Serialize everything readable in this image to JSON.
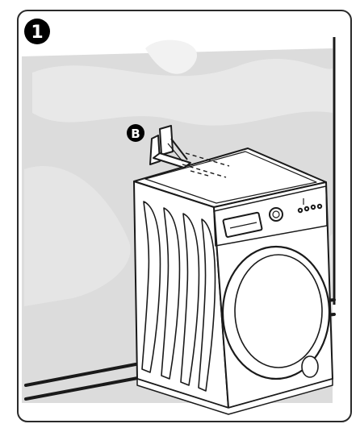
{
  "step": {
    "number": "1"
  },
  "callouts": [
    {
      "letter": "B"
    }
  ],
  "colors": {
    "wall": "#dcdcdc",
    "wall_swirl": "#e9e9e9",
    "outline": "#1a1a1a",
    "machine_fill": "#ffffff",
    "frame": "#2a2a2a"
  },
  "icons": [
    "step-number-badge",
    "callout-badge",
    "wall-bracket-icon",
    "washing-machine-illustration"
  ]
}
